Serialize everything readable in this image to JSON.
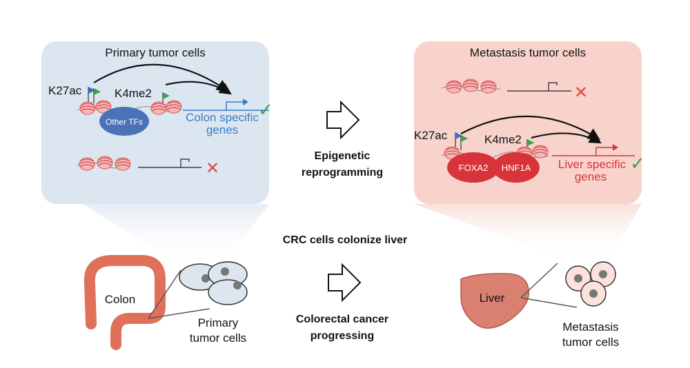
{
  "primary_panel": {
    "title": "Primary tumor cells",
    "k27ac": "K27ac",
    "k4me2": "K4me2",
    "tf_label": "Other TFs",
    "gene_label_line1": "Colon specific",
    "gene_label_line2": "genes",
    "active_mark": "✓",
    "inactive_mark": "✕"
  },
  "metastasis_panel": {
    "title": "Metastasis tumor cells",
    "k27ac": "K27ac",
    "k4me2": "K4me2",
    "tf1_label": "FOXA2",
    "tf2_label": "HNF1A",
    "gene_label_line1": "Liver specific",
    "gene_label_line2": "genes",
    "active_mark": "✓",
    "inactive_mark": "✕"
  },
  "center": {
    "top_label_line1": "Epigenetic",
    "top_label_line2": "reprogramming",
    "middle_label": "CRC cells colonize liver",
    "bottom_label_line1": "Colorectal cancer",
    "bottom_label_line2": "progressing"
  },
  "bottom_left": {
    "organ_label": "Colon",
    "cells_label_line1": "Primary",
    "cells_label_line2": "tumor cells"
  },
  "bottom_right": {
    "organ_label": "Liver",
    "cells_label_line1": "Metastasis",
    "cells_label_line2": "tumor cells"
  },
  "colors": {
    "primary_panel_bg": "#dce6f0",
    "metastasis_panel_bg": "#f7d3cc",
    "colon": "#e0705a",
    "liver": "#d98070",
    "tf_blue": "#4a72b8",
    "tf_red": "#d8333a",
    "gene_blue": "#3a7cc8",
    "gene_red": "#d8333a",
    "check_green": "#3aa04a",
    "cross_red": "#e0483c",
    "flag_blue": "#3a6cc8",
    "flag_green": "#3aa04a"
  }
}
